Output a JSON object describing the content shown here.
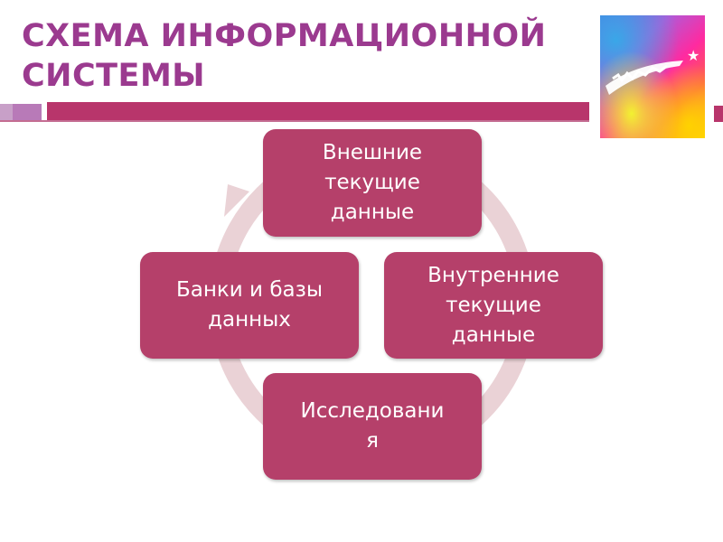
{
  "slide": {
    "title_lines": [
      "СХЕМА ИНФОРМАЦИОННОЙ",
      "СИСТЕМЫ"
    ]
  },
  "diagram": {
    "nodes": [
      {
        "id": "external",
        "label_lines": [
          "Внешние",
          "текущие",
          "данные"
        ]
      },
      {
        "id": "internal",
        "label_lines": [
          "Внутренние",
          "текущие",
          "данные"
        ]
      },
      {
        "id": "research",
        "label_lines": [
          "Исследовани",
          "я"
        ]
      },
      {
        "id": "banks",
        "label_lines": [
          "Банки и базы",
          "данных"
        ]
      }
    ]
  },
  "colors": {
    "title": "#9b3a8f",
    "node_fill": "#b5406a",
    "cycle_arrow": "#ead2d6",
    "bar_accent": "#b8356b"
  },
  "icons": {
    "logo": "colorful-star-logo-icon"
  }
}
